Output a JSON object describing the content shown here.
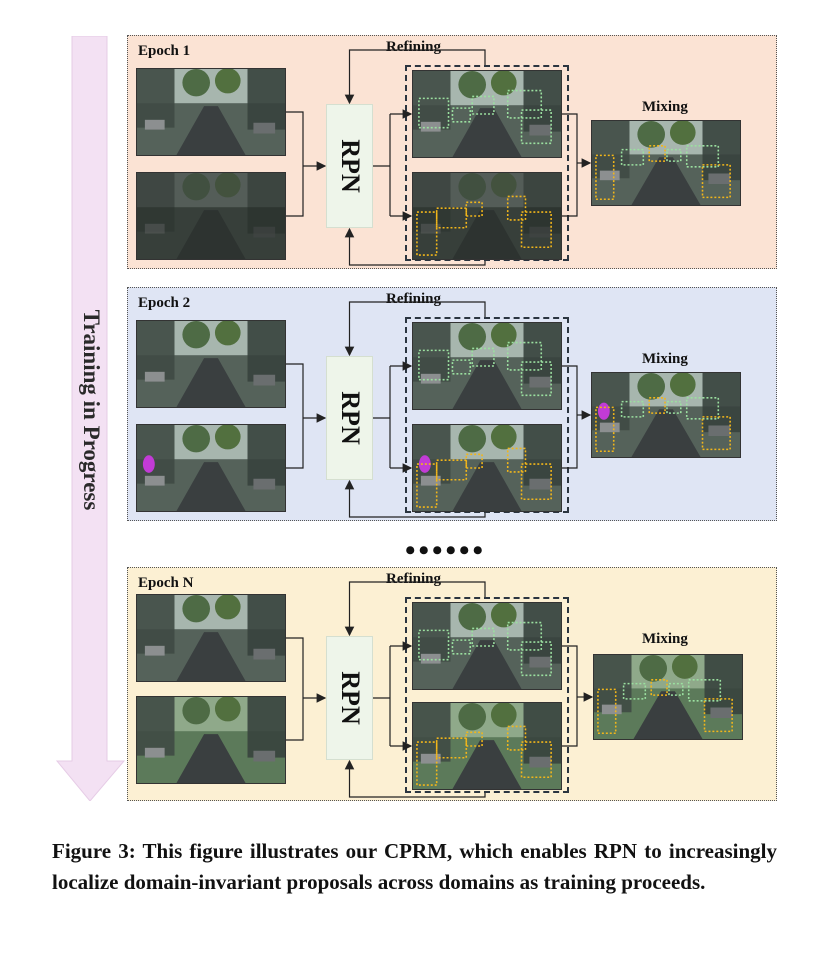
{
  "progress_label": "Training in Progress",
  "panels": [
    {
      "title": "Epoch 1",
      "refining": "Refining",
      "rpn": "RPN",
      "mixing": "Mixing",
      "background": "#fbe3d4"
    },
    {
      "title": "Epoch 2",
      "refining": "Refining",
      "rpn": "RPN",
      "mixing": "Mixing",
      "background": "#dfe5f4"
    },
    {
      "title": "Epoch N",
      "refining": "Refining",
      "rpn": "RPN",
      "mixing": "Mixing",
      "background": "#fcf0d3"
    }
  ],
  "ellipsis": "••••••",
  "caption": "Figure 3: This figure illustrates our CPRM, which enables RPN to increasingly localize domain-invariant proposals across domains as training proceeds.",
  "colors": {
    "arrow_fill": "#f3e1f3",
    "source_box": "#9be0a0",
    "target_box": "#f2b61a",
    "frame": "#2b3540"
  }
}
